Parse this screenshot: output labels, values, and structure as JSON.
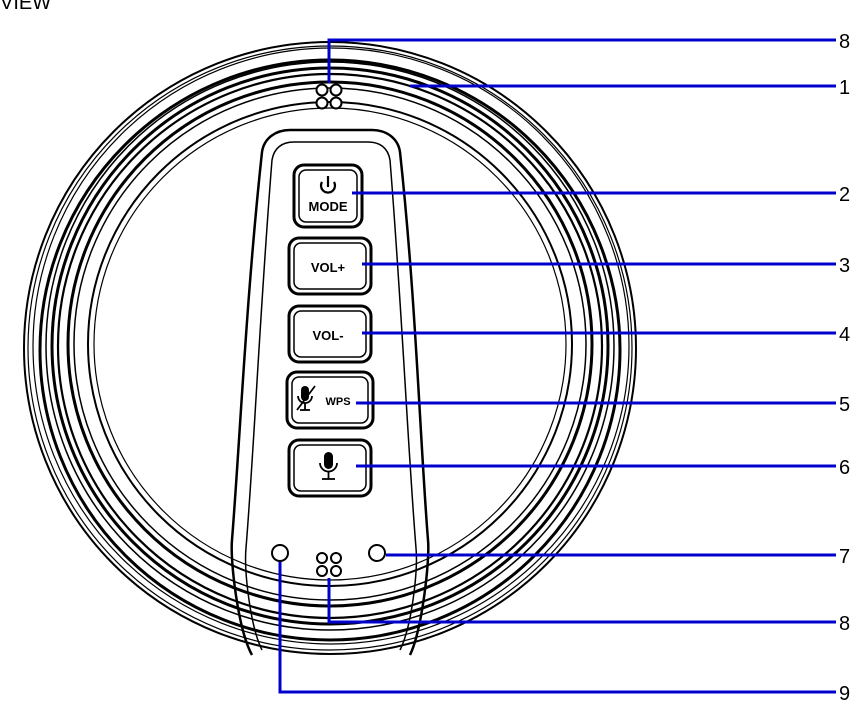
{
  "header": {
    "title": "VIEW"
  },
  "buttons": [
    {
      "id": "mode",
      "label": "MODE",
      "icon": "power-icon"
    },
    {
      "id": "vol-up",
      "label": "VOL+"
    },
    {
      "id": "vol-down",
      "label": "VOL-"
    },
    {
      "id": "wps",
      "label": "WPS",
      "icon": "mic-muted-icon"
    },
    {
      "id": "mic",
      "label": "",
      "icon": "microphone-icon"
    }
  ],
  "callouts": [
    "8",
    "1",
    "2",
    "3",
    "4",
    "5",
    "6",
    "7",
    "8",
    "9"
  ],
  "colors": {
    "leader": "#0000cc",
    "outline": "#000000"
  }
}
